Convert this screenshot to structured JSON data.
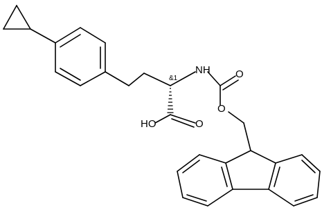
{
  "molecule": {
    "atom_labels": {
      "nh": "NH",
      "oh": "HO",
      "carboxyl_o": "O",
      "carbamate_o_double": "O",
      "carbamate_o_ester": "O"
    },
    "stereo_label": "&1"
  }
}
